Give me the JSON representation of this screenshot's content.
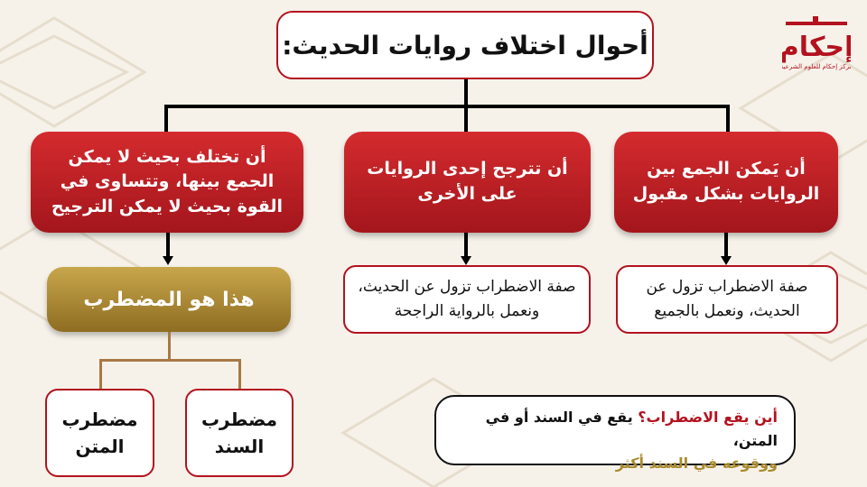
{
  "title": "أحوال اختلاف روايات الحديث:",
  "branches": [
    {
      "heading": "أن تختلف بحيث لا يمكن الجمع بينها، وتتساوى في القوة بحيث لا يمكن الترجيح"
    },
    {
      "heading": "أن تترجح إحدى الروايات على الأخرى",
      "result": "صفة الاضطراب تزول عن الحديث، ونعمل بالرواية الراجحة"
    },
    {
      "heading": "أن يَمكن الجمع بين الروايات بشكل مقبول",
      "result": "صفة الاضطراب تزول عن الحديث، ونعمل بالجميع"
    }
  ],
  "mudtarib": {
    "label": "هذا هو المضطرب",
    "types": [
      "مضطرب المتن",
      "مضطرب السند"
    ]
  },
  "note": {
    "question": "أين يقع الاضطراب؟",
    "answer": " يقع في السند أو في المتن،",
    "detail": "ووقوعه في السند أكثر"
  },
  "logo": {
    "name": "إحكام",
    "subtitle": "مركز إحكام للعلوم الشرعية"
  },
  "colors": {
    "primary_red": "#b3121f",
    "gold": "#a98a2d",
    "background": "#f6f2ea"
  }
}
